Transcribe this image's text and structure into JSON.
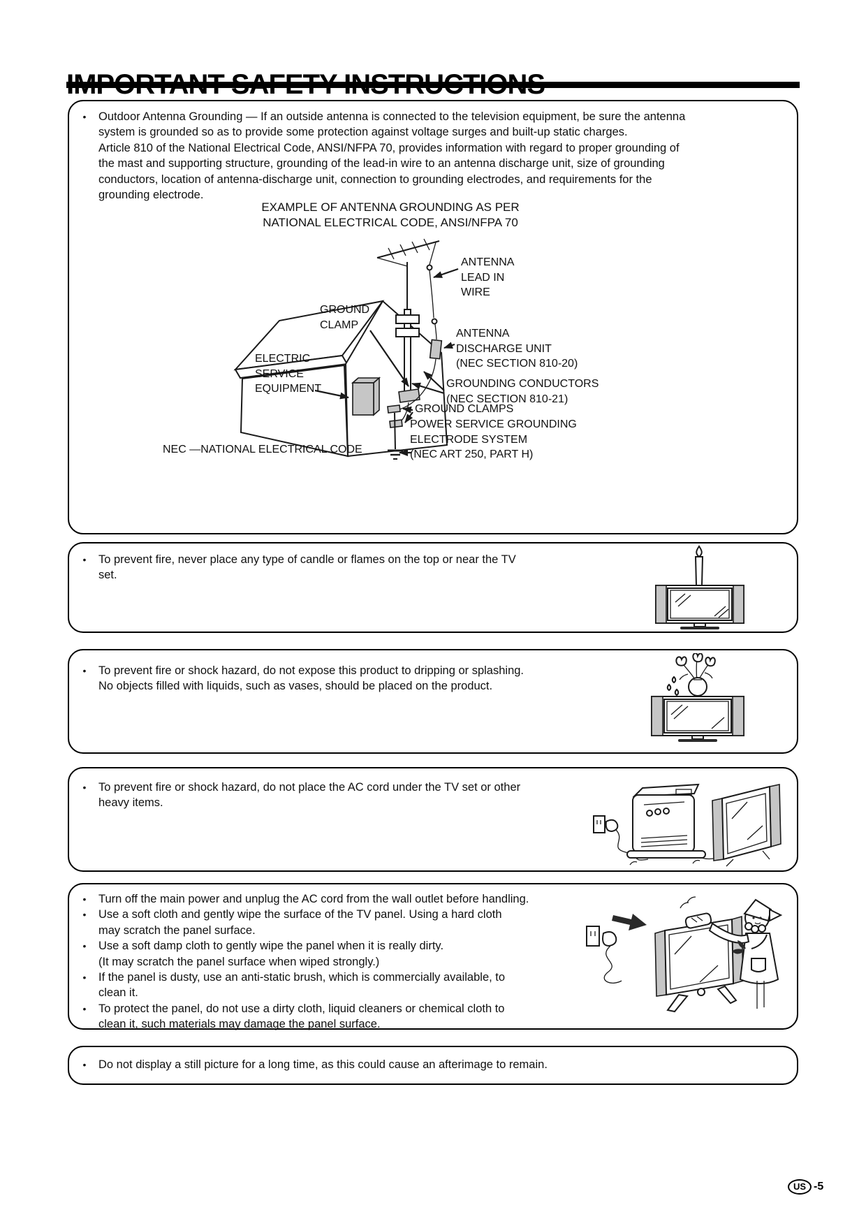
{
  "chars": {
    "bullet": "•"
  },
  "page": {
    "title": "IMPORTANT SAFETY INSTRUCTIONS"
  },
  "footer": {
    "region": "US",
    "page": "-5"
  },
  "antenna_box": {
    "text": "Outdoor Antenna Grounding — If an outside antenna is connected to the television equipment, be sure the antenna\nsystem is grounded so as to provide some protection against voltage surges and built-up static charges.\nArticle 810 of the National Electrical Code, ANSI/NFPA 70, provides information with regard to proper grounding of\nthe mast and supporting structure, grounding of the lead-in wire to an antenna discharge unit, size of grounding\nconductors, location of antenna-discharge unit, connection to grounding electrodes, and requirements for the\ngrounding electrode."
  },
  "diagram": {
    "heading": "EXAMPLE OF ANTENNA GROUNDING AS PER\nNATIONAL ELECTRICAL CODE, ANSI/NFPA 70",
    "labels": {
      "antenna_lead_in_wire": "ANTENNA\nLEAD IN\nWIRE",
      "ground_clamp": "GROUND\nCLAMP",
      "antenna_discharge_unit": "ANTENNA\nDISCHARGE UNIT\n(NEC SECTION 810-20)",
      "electric_service_equipment": "ELECTRIC\nSERVICE\nEQUIPMENT",
      "grounding_conductors": "GROUNDING CONDUCTORS\n(NEC SECTION 810-21)",
      "ground_clamps": "GROUND CLAMPS",
      "power_service": "POWER SERVICE GROUNDING\nELECTRODE SYSTEM\n(NEC ART 250, PART H)",
      "nec": "NEC —NATIONAL ELECTRICAL CODE"
    }
  },
  "candle_box": {
    "text": "To prevent fire, never place any type of candle or flames on the top or near the TV\nset."
  },
  "liquid_box": {
    "text": "To prevent fire or shock hazard, do not expose this product to dripping or splashing.\nNo objects filled with liquids, such as vases, should be placed on the product."
  },
  "cord_box": {
    "text": "To prevent fire or shock hazard, do not place the AC cord under the TV set or other\nheavy items."
  },
  "cleaning_box": {
    "bullets": [
      "Turn off the main power and unplug the AC cord from the wall outlet before handling.",
      "Use a soft cloth and gently wipe the surface of the TV panel. Using a hard cloth\nmay scratch the panel surface.",
      "Use a soft damp cloth to gently wipe the panel when it is really dirty.\n(It may scratch the panel surface when wiped strongly.)",
      "If the panel is dusty, use an anti-static brush, which is commercially available, to\nclean it.",
      "To protect the panel, do not use a dirty cloth, liquid cleaners or chemical cloth to\nclean it, such materials may damage the panel surface."
    ]
  },
  "afterimage_box": {
    "text": "Do not display a still picture for a long time, as this could cause an afterimage to remain."
  }
}
